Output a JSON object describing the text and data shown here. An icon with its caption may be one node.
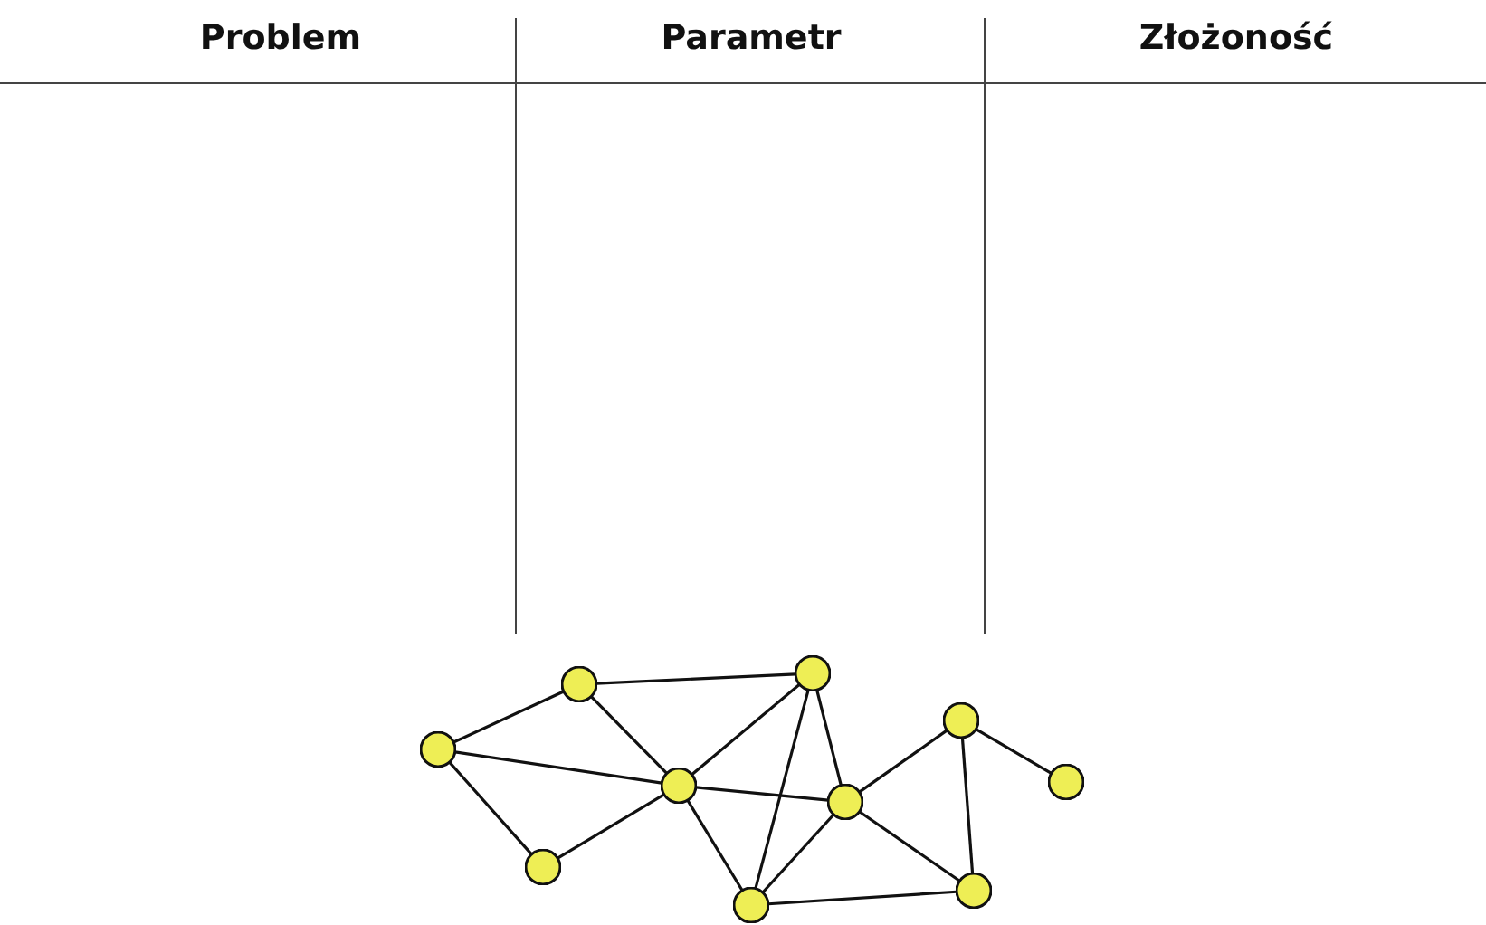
{
  "diagram": {
    "nodes": [
      {
        "text": [],
        "shape": "circle"
      },
      {
        "text": [],
        "shape": "circle"
      },
      {
        "text": [],
        "shape": "circle"
      },
      {
        "text": [],
        "shape": "circle"
      },
      {
        "text": [],
        "shape": "circle"
      },
      {
        "text": [],
        "shape": "circle"
      },
      {
        "text": [],
        "shape": "circle"
      },
      {
        "text": [],
        "shape": "circle"
      },
      {
        "text": [],
        "shape": "circle"
      },
      {
        "text": [],
        "shape": "circle"
      }
    ],
    "edges": [
      {
        "from": 0,
        "to": 2,
        "arrow": "none"
      },
      {
        "from": 0,
        "to": 3,
        "arrow": "none"
      },
      {
        "from": 0,
        "to": 1,
        "arrow": "none"
      },
      {
        "from": 2,
        "to": 5,
        "arrow": "none"
      },
      {
        "from": 2,
        "to": 3,
        "arrow": "none"
      },
      {
        "from": 1,
        "to": 3,
        "arrow": "none"
      },
      {
        "from": 3,
        "to": 5,
        "arrow": "none"
      },
      {
        "from": 3,
        "to": 6,
        "arrow": "none"
      },
      {
        "from": 3,
        "to": 4,
        "arrow": "none"
      },
      {
        "from": 5,
        "to": 4,
        "arrow": "none"
      },
      {
        "from": 5,
        "to": 6,
        "arrow": "none"
      },
      {
        "from": 6,
        "to": 7,
        "arrow": "none"
      },
      {
        "from": 6,
        "to": 4,
        "arrow": "none"
      },
      {
        "from": 6,
        "to": 8,
        "arrow": "none"
      },
      {
        "from": 7,
        "to": 9,
        "arrow": "none"
      },
      {
        "from": 7,
        "to": 8,
        "arrow": "none"
      },
      {
        "from": 4,
        "to": 8,
        "arrow": "none"
      }
    ],
    "labels": [
      "Problem",
      "Parametr",
      "Złożoność"
    ]
  }
}
